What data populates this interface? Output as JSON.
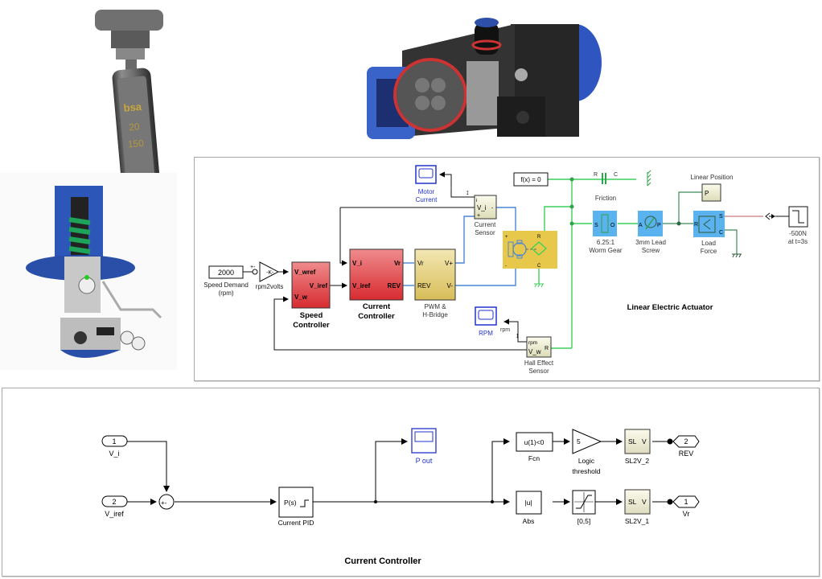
{
  "photos": {
    "butterfly_valve": {
      "label": "butterfly-valve-photo",
      "marking_brand": "bsa",
      "marking_line1": "20",
      "marking_line2": "150"
    },
    "pneumatic_actuator": {
      "label": "rack-and-pinion-actuator-photo"
    },
    "control_valve": {
      "label": "diaphragm-control-valve-photo"
    }
  },
  "actuator_model": {
    "title": "Linear Electric Actuator",
    "speed_demand": {
      "value": "2000",
      "label_line1": "Speed Demand",
      "label_line2": "(rpm)"
    },
    "gain": {
      "symbol": "-K-",
      "label": "rpm2volts"
    },
    "sum_signs": "+-",
    "speed_controller": {
      "inputs": [
        "V_wref",
        "V_w"
      ],
      "output": "V_iref",
      "label_line1": "Speed",
      "label_line2": "Controller"
    },
    "current_controller": {
      "inputs": [
        "V_i",
        "V_iref"
      ],
      "outputs": [
        "Vr",
        "REV"
      ],
      "label_line1": "Current",
      "label_line2": "Controller"
    },
    "pwm": {
      "inputs": [
        "Vr",
        "REV"
      ],
      "outputs": [
        "V+",
        "V-"
      ],
      "label_line1": "PWM &",
      "label_line2": "H-Bridge"
    },
    "motor_current_scope": {
      "label_line1": "Motor",
      "label_line2": "Current",
      "signal": "i"
    },
    "current_sensor": {
      "ports": [
        "i",
        "V_i",
        "+",
        "-"
      ],
      "label_line1": "Current",
      "label_line2": "Sensor"
    },
    "motor": {
      "ports": [
        "+",
        "-",
        "R",
        "C"
      ]
    },
    "fx_block": {
      "text": "f(x) = 0"
    },
    "friction": {
      "label": "Friction",
      "ports": [
        "R",
        "C"
      ]
    },
    "worm_gear": {
      "ports": [
        "S",
        "O"
      ],
      "label_line1": "6.25:1",
      "label_line2": "Worm Gear"
    },
    "lead_screw": {
      "ports": [
        "A",
        "P"
      ],
      "label_line1": "3mm Lead",
      "label_line2": "Screw"
    },
    "linear_position": {
      "label": "Linear Position",
      "port": "P"
    },
    "load_force": {
      "ports": [
        "R",
        "S",
        "C"
      ],
      "label_line1": "Load",
      "label_line2": "Force"
    },
    "step": {
      "label_line1": "-500N",
      "label_line2": "at t=3s"
    },
    "rpm_scope": {
      "label": "RPM",
      "signal": "rpm"
    },
    "hall_sensor": {
      "ports": [
        "rpm",
        "V_w",
        "R"
      ],
      "label_line1": "Hall Effect",
      "label_line2": "Sensor"
    }
  },
  "current_controller_model": {
    "title": "Current Controller",
    "inport1": {
      "num": "1",
      "label": "V_i"
    },
    "inport2": {
      "num": "2",
      "label": "V_iref"
    },
    "sum_signs": "+-",
    "pid": {
      "text": "P(s)",
      "label": "Current PID"
    },
    "scope": {
      "label": "P out"
    },
    "fcn": {
      "text": "u(1)<0",
      "label": "Fcn"
    },
    "gain": {
      "text": "5",
      "label_line1": "Logic",
      "label_line2": "threshold"
    },
    "abs": {
      "text": "|u|",
      "label": "Abs"
    },
    "saturation": {
      "label": "[0,5]"
    },
    "sl2v_2": {
      "text_left": "SL",
      "text_right": "V",
      "label": "SL2V_2"
    },
    "sl2v_1": {
      "text_left": "SL",
      "text_right": "V",
      "label": "SL2V_1"
    },
    "outport2": {
      "num": "2",
      "label": "REV"
    },
    "outport1": {
      "num": "1",
      "label": "Vr"
    }
  },
  "colors": {
    "controller_red": "#e2383c",
    "pwm_yellow": "#e3cf78",
    "sensor_cream": "#f0f0d8",
    "simscape_blue": "#5ab3ef",
    "motor_gold": "#e8c84a",
    "mech_green": "#3ccf5a",
    "elec_blue": "#4c86d8",
    "scope_blue": "#2233cc"
  }
}
